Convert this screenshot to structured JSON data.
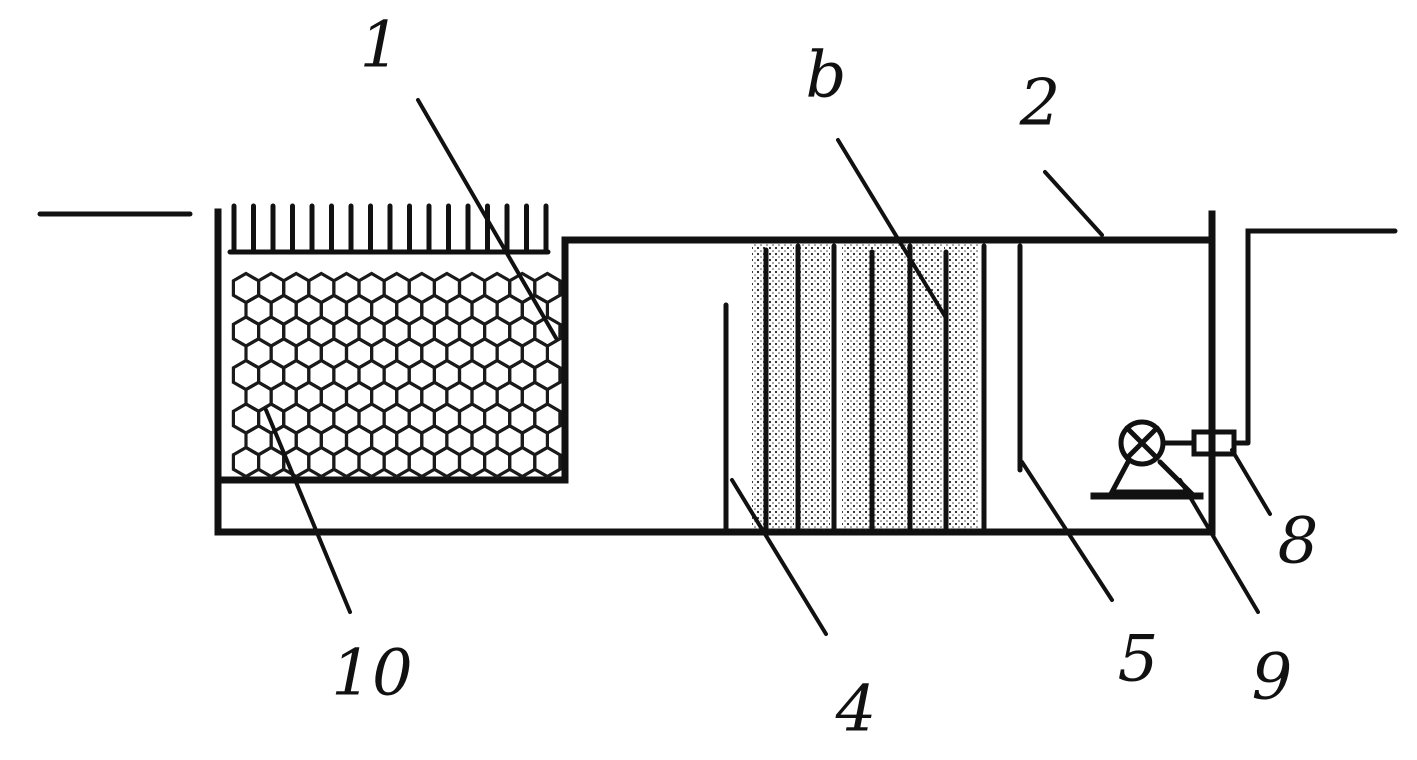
{
  "labels": {
    "part_1": "1",
    "part_2": "2",
    "part_4": "4",
    "part_5": "5",
    "part_6": "b",
    "part_8": "8",
    "part_9": "9",
    "part_10": "10"
  }
}
